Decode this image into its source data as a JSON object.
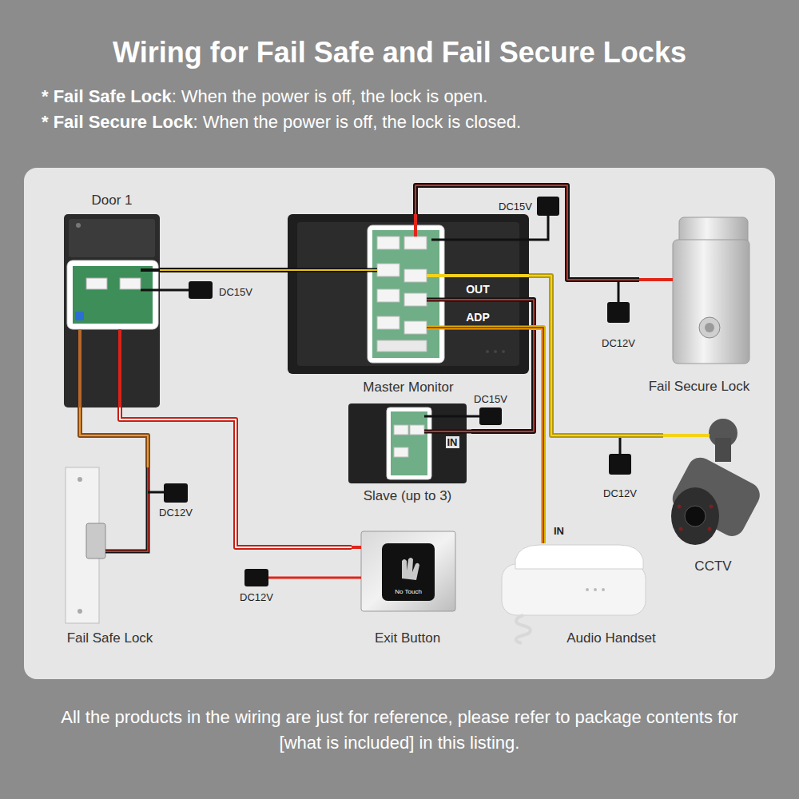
{
  "diagram": {
    "title": "Wiring for Fail Safe and Fail Secure Locks",
    "caption": "All the products in the wiring are just for reference, please refer to package contents for [what is included] in this listing.",
    "nodes": [
      {
        "text": [
          "Door 1"
        ]
      },
      {
        "text": [
          "Master Monitor"
        ]
      },
      {
        "text": [
          "Fail Secure Lock"
        ]
      },
      {
        "text": [
          "Slave (up to 3)"
        ]
      },
      {
        "text": [
          "CCTV"
        ]
      },
      {
        "text": [
          "Fail Safe Lock"
        ]
      },
      {
        "text": [
          "Exit Button"
        ]
      },
      {
        "text": [
          "Audio Handset"
        ]
      }
    ],
    "edges": [
      {
        "from": 0,
        "to": 1,
        "arrow": "none"
      },
      {
        "from": 1,
        "to": 2,
        "arrow": "none"
      },
      {
        "from": 1,
        "to": 4,
        "arrow": "none"
      },
      {
        "from": 1,
        "to": 3,
        "arrow": "none"
      },
      {
        "from": 1,
        "to": 7,
        "arrow": "none"
      },
      {
        "from": 0,
        "to": 5,
        "arrow": "none"
      },
      {
        "from": 0,
        "to": 6,
        "arrow": "none"
      }
    ],
    "labels": [
      "* Fail Safe Lock",
      ": When the power is off, the lock is open.",
      "* Fail Secure Lock",
      ": When the power is off, the lock is closed.",
      "DC15V",
      "DC15V",
      "OUT",
      "ADP",
      "DC12V",
      "DC15V",
      "IN",
      "DC12V",
      "DC12V",
      "DC12V",
      "No Touch",
      "IN"
    ]
  }
}
